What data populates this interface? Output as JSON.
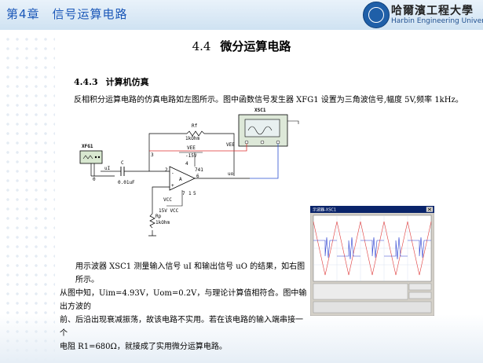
{
  "header": {
    "chapter": "第4章　信号运算电路",
    "logo_cn": "哈爾濱工程大學",
    "logo_en": "Harbin Engineering University"
  },
  "section": {
    "number": "4.4",
    "title": "微分运算电路"
  },
  "subsection": {
    "number": "4.4.3",
    "title": "计算机仿真"
  },
  "intro": "反相积分运算电路的仿真电路如左图所示。图中函数信号发生器 XFG1 设置为三角波信号,幅度 5V,频率 1kHz。",
  "circuit": {
    "xfg": "XFG1",
    "xsc": "XSC1",
    "rf": "Rf",
    "rf_val": "1kOhm",
    "vee": "VEE",
    "vee_lbl": "VEE",
    "vee_val": "-15V",
    "cap": "C",
    "cap_val": "0.01uF",
    "ui": "uI",
    "uo": "uo",
    "opamp": "741",
    "opamp_a": "A",
    "vcc": "VCC",
    "vcc_val": "15V VCC",
    "rp": "Rp",
    "rp_val": "1kOhm",
    "n3": "3",
    "n2": "2",
    "n6": "6",
    "n7": "7",
    "n1": "1",
    "n5": "5",
    "n4": "4",
    "n0": "0",
    "n_minus": "-",
    "n_plus": "+"
  },
  "scope": {
    "title": "示波器-XSC1"
  },
  "paragraph": {
    "line1": "用示波器 XSC1 测量输入信号 uI 和输出信号 uO 的结果，如右图所示。",
    "line2": "从图中知，Uim=4.93V，Uom=0.2V，与理论计算值相符合。图中输出方波的",
    "line3": "前、后沿出现衰减振荡，故该电路不实用。若在该电路的输入端串接一个",
    "line4": "电阻 R1=680Ω，就接成了实用微分运算电路。"
  }
}
